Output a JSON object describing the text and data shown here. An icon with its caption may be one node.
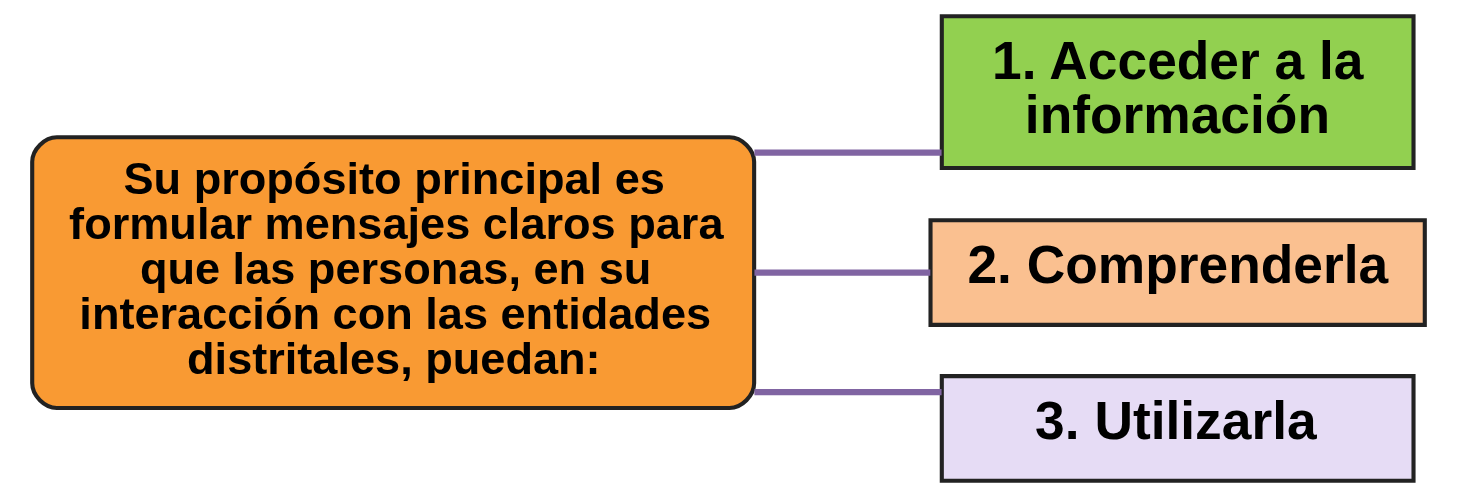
{
  "diagram": {
    "nodes": [
      {
        "text": [
          "Su propósito principal es formular mensajes claros para que las personas, en su interacción con las entidades distritales, puedan:"
        ]
      },
      {
        "text": [
          "1. Acceder a la información"
        ]
      },
      {
        "text": [
          "2. Comprenderla"
        ]
      },
      {
        "text": [
          "3. Utilizarla"
        ]
      }
    ],
    "edges": [
      {
        "from": 0,
        "to": 1,
        "arrow": "none"
      },
      {
        "from": 0,
        "to": 2,
        "arrow": "none"
      },
      {
        "from": 0,
        "to": 3,
        "arrow": "none"
      }
    ]
  }
}
